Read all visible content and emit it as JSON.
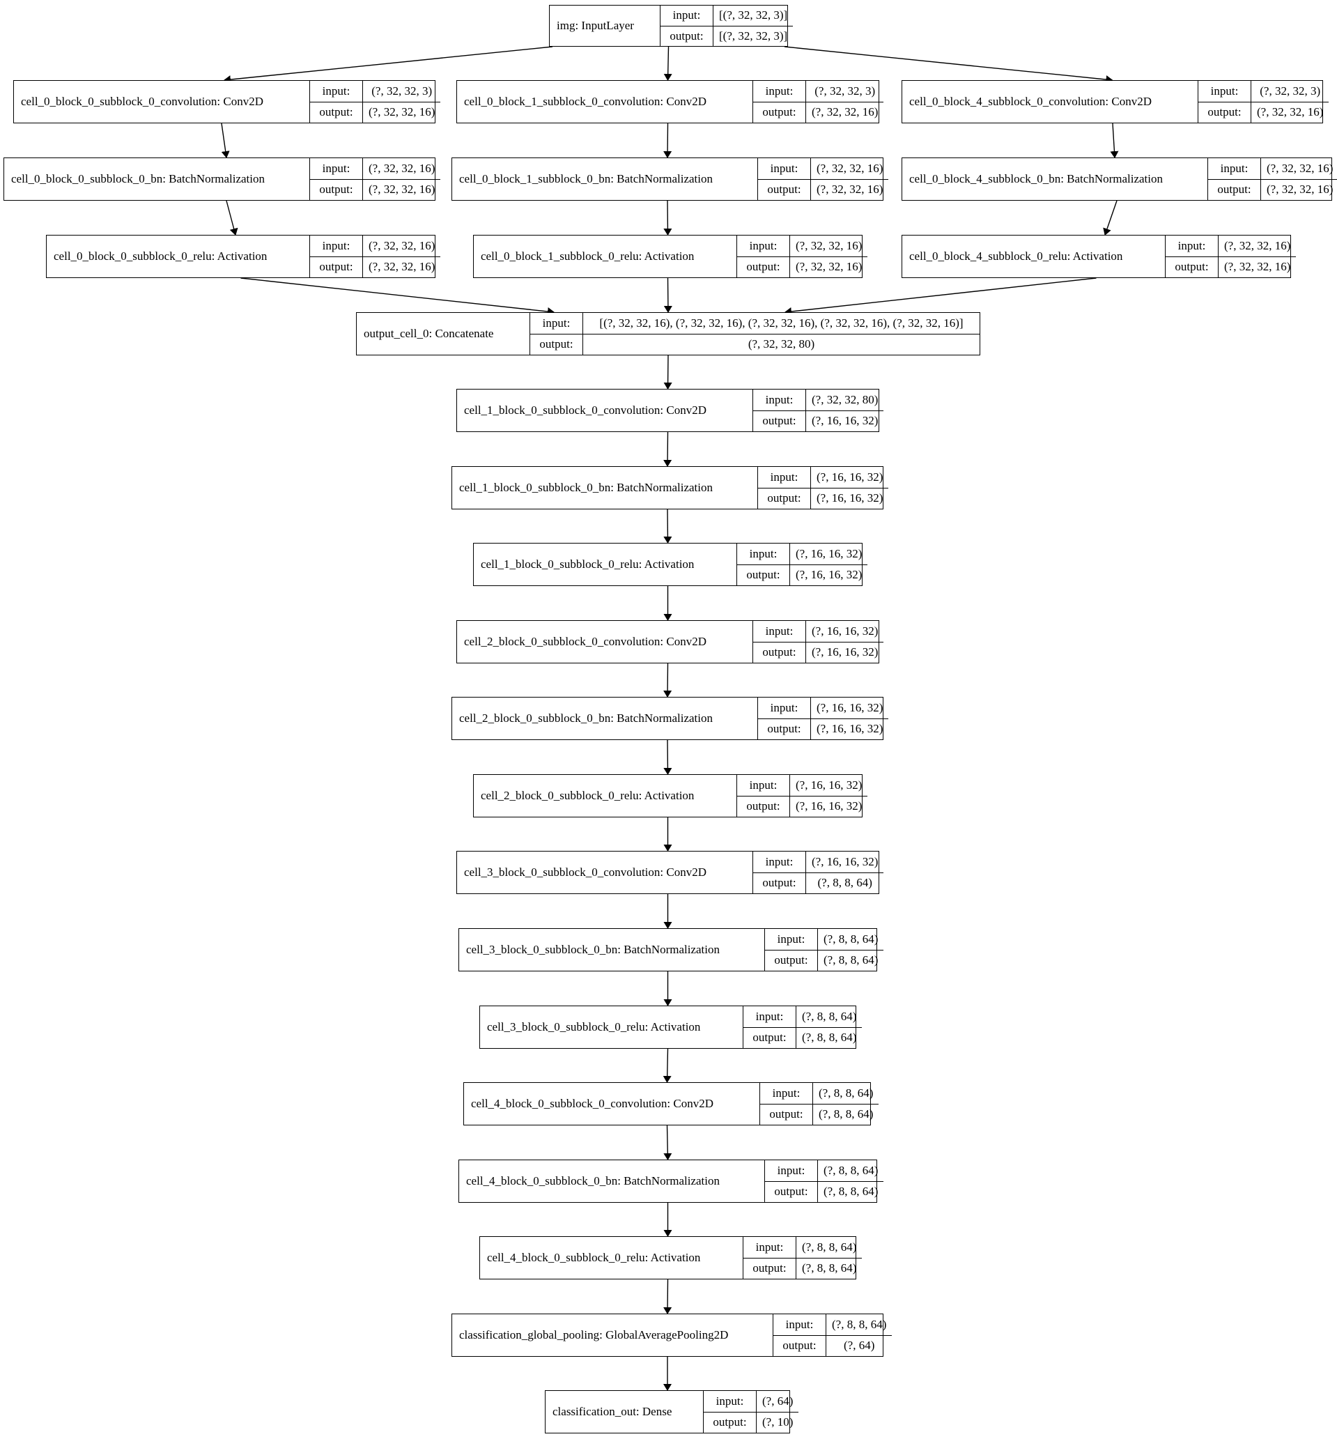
{
  "nodes": [
    {
      "id": "img",
      "label": "img: InputLayer",
      "in_label": "input:",
      "out_label": "output:",
      "input": "[(?, 32, 32, 3)]",
      "output": "[(?, 32, 32, 3)]"
    },
    {
      "id": "c0b0conv",
      "label": "cell_0_block_0_subblock_0_convolution: Conv2D",
      "in_label": "input:",
      "out_label": "output:",
      "input": "(?, 32, 32, 3)",
      "output": "(?, 32, 32, 16)"
    },
    {
      "id": "c0b1conv",
      "label": "cell_0_block_1_subblock_0_convolution: Conv2D",
      "in_label": "input:",
      "out_label": "output:",
      "input": "(?, 32, 32, 3)",
      "output": "(?, 32, 32, 16)"
    },
    {
      "id": "c0b4conv",
      "label": "cell_0_block_4_subblock_0_convolution: Conv2D",
      "in_label": "input:",
      "out_label": "output:",
      "input": "(?, 32, 32, 3)",
      "output": "(?, 32, 32, 16)"
    },
    {
      "id": "c0b0bn",
      "label": "cell_0_block_0_subblock_0_bn: BatchNormalization",
      "in_label": "input:",
      "out_label": "output:",
      "input": "(?, 32, 32, 16)",
      "output": "(?, 32, 32, 16)"
    },
    {
      "id": "c0b1bn",
      "label": "cell_0_block_1_subblock_0_bn: BatchNormalization",
      "in_label": "input:",
      "out_label": "output:",
      "input": "(?, 32, 32, 16)",
      "output": "(?, 32, 32, 16)"
    },
    {
      "id": "c0b4bn",
      "label": "cell_0_block_4_subblock_0_bn: BatchNormalization",
      "in_label": "input:",
      "out_label": "output:",
      "input": "(?, 32, 32, 16)",
      "output": "(?, 32, 32, 16)"
    },
    {
      "id": "c0b0relu",
      "label": "cell_0_block_0_subblock_0_relu: Activation",
      "in_label": "input:",
      "out_label": "output:",
      "input": "(?, 32, 32, 16)",
      "output": "(?, 32, 32, 16)"
    },
    {
      "id": "c0b1relu",
      "label": "cell_0_block_1_subblock_0_relu: Activation",
      "in_label": "input:",
      "out_label": "output:",
      "input": "(?, 32, 32, 16)",
      "output": "(?, 32, 32, 16)"
    },
    {
      "id": "c0b4relu",
      "label": "cell_0_block_4_subblock_0_relu: Activation",
      "in_label": "input:",
      "out_label": "output:",
      "input": "(?, 32, 32, 16)",
      "output": "(?, 32, 32, 16)"
    },
    {
      "id": "concat",
      "label": "output_cell_0: Concatenate",
      "in_label": "input:",
      "out_label": "output:",
      "input": "[(?, 32, 32, 16), (?, 32, 32, 16), (?, 32, 32, 16), (?, 32, 32, 16), (?, 32, 32, 16)]",
      "output": "(?, 32, 32, 80)"
    },
    {
      "id": "c1conv",
      "label": "cell_1_block_0_subblock_0_convolution: Conv2D",
      "in_label": "input:",
      "out_label": "output:",
      "input": "(?, 32, 32, 80)",
      "output": "(?, 16, 16, 32)"
    },
    {
      "id": "c1bn",
      "label": "cell_1_block_0_subblock_0_bn: BatchNormalization",
      "in_label": "input:",
      "out_label": "output:",
      "input": "(?, 16, 16, 32)",
      "output": "(?, 16, 16, 32)"
    },
    {
      "id": "c1relu",
      "label": "cell_1_block_0_subblock_0_relu: Activation",
      "in_label": "input:",
      "out_label": "output:",
      "input": "(?, 16, 16, 32)",
      "output": "(?, 16, 16, 32)"
    },
    {
      "id": "c2conv",
      "label": "cell_2_block_0_subblock_0_convolution: Conv2D",
      "in_label": "input:",
      "out_label": "output:",
      "input": "(?, 16, 16, 32)",
      "output": "(?, 16, 16, 32)"
    },
    {
      "id": "c2bn",
      "label": "cell_2_block_0_subblock_0_bn: BatchNormalization",
      "in_label": "input:",
      "out_label": "output:",
      "input": "(?, 16, 16, 32)",
      "output": "(?, 16, 16, 32)"
    },
    {
      "id": "c2relu",
      "label": "cell_2_block_0_subblock_0_relu: Activation",
      "in_label": "input:",
      "out_label": "output:",
      "input": "(?, 16, 16, 32)",
      "output": "(?, 16, 16, 32)"
    },
    {
      "id": "c3conv",
      "label": "cell_3_block_0_subblock_0_convolution: Conv2D",
      "in_label": "input:",
      "out_label": "output:",
      "input": "(?, 16, 16, 32)",
      "output": "(?, 8, 8, 64)"
    },
    {
      "id": "c3bn",
      "label": "cell_3_block_0_subblock_0_bn: BatchNormalization",
      "in_label": "input:",
      "out_label": "output:",
      "input": "(?, 8, 8, 64)",
      "output": "(?, 8, 8, 64)"
    },
    {
      "id": "c3relu",
      "label": "cell_3_block_0_subblock_0_relu: Activation",
      "in_label": "input:",
      "out_label": "output:",
      "input": "(?, 8, 8, 64)",
      "output": "(?, 8, 8, 64)"
    },
    {
      "id": "c4conv",
      "label": "cell_4_block_0_subblock_0_convolution: Conv2D",
      "in_label": "input:",
      "out_label": "output:",
      "input": "(?, 8, 8, 64)",
      "output": "(?, 8, 8, 64)"
    },
    {
      "id": "c4bn",
      "label": "cell_4_block_0_subblock_0_bn: BatchNormalization",
      "in_label": "input:",
      "out_label": "output:",
      "input": "(?, 8, 8, 64)",
      "output": "(?, 8, 8, 64)"
    },
    {
      "id": "c4relu",
      "label": "cell_4_block_0_subblock_0_relu: Activation",
      "in_label": "input:",
      "out_label": "output:",
      "input": "(?, 8, 8, 64)",
      "output": "(?, 8, 8, 64)"
    },
    {
      "id": "gap",
      "label": "classification_global_pooling: GlobalAveragePooling2D",
      "in_label": "input:",
      "out_label": "output:",
      "input": "(?, 8, 8, 64)",
      "output": "(?, 64)"
    },
    {
      "id": "dense",
      "label": "classification_out: Dense",
      "in_label": "input:",
      "out_label": "output:",
      "input": "(?, 64)",
      "output": "(?, 10)"
    }
  ],
  "edges": [
    [
      "img",
      "c0b0conv"
    ],
    [
      "img",
      "c0b1conv"
    ],
    [
      "img",
      "c0b4conv"
    ],
    [
      "c0b0conv",
      "c0b0bn"
    ],
    [
      "c0b1conv",
      "c0b1bn"
    ],
    [
      "c0b4conv",
      "c0b4bn"
    ],
    [
      "c0b0bn",
      "c0b0relu"
    ],
    [
      "c0b1bn",
      "c0b1relu"
    ],
    [
      "c0b4bn",
      "c0b4relu"
    ],
    [
      "c0b0relu",
      "concat"
    ],
    [
      "c0b1relu",
      "concat"
    ],
    [
      "c0b4relu",
      "concat"
    ],
    [
      "concat",
      "c1conv"
    ],
    [
      "c1conv",
      "c1bn"
    ],
    [
      "c1bn",
      "c1relu"
    ],
    [
      "c1relu",
      "c2conv"
    ],
    [
      "c2conv",
      "c2bn"
    ],
    [
      "c2bn",
      "c2relu"
    ],
    [
      "c2relu",
      "c3conv"
    ],
    [
      "c3conv",
      "c3bn"
    ],
    [
      "c3bn",
      "c3relu"
    ],
    [
      "c3relu",
      "c4conv"
    ],
    [
      "c4conv",
      "c4bn"
    ],
    [
      "c4bn",
      "c4relu"
    ],
    [
      "c4relu",
      "gap"
    ],
    [
      "gap",
      "dense"
    ]
  ]
}
